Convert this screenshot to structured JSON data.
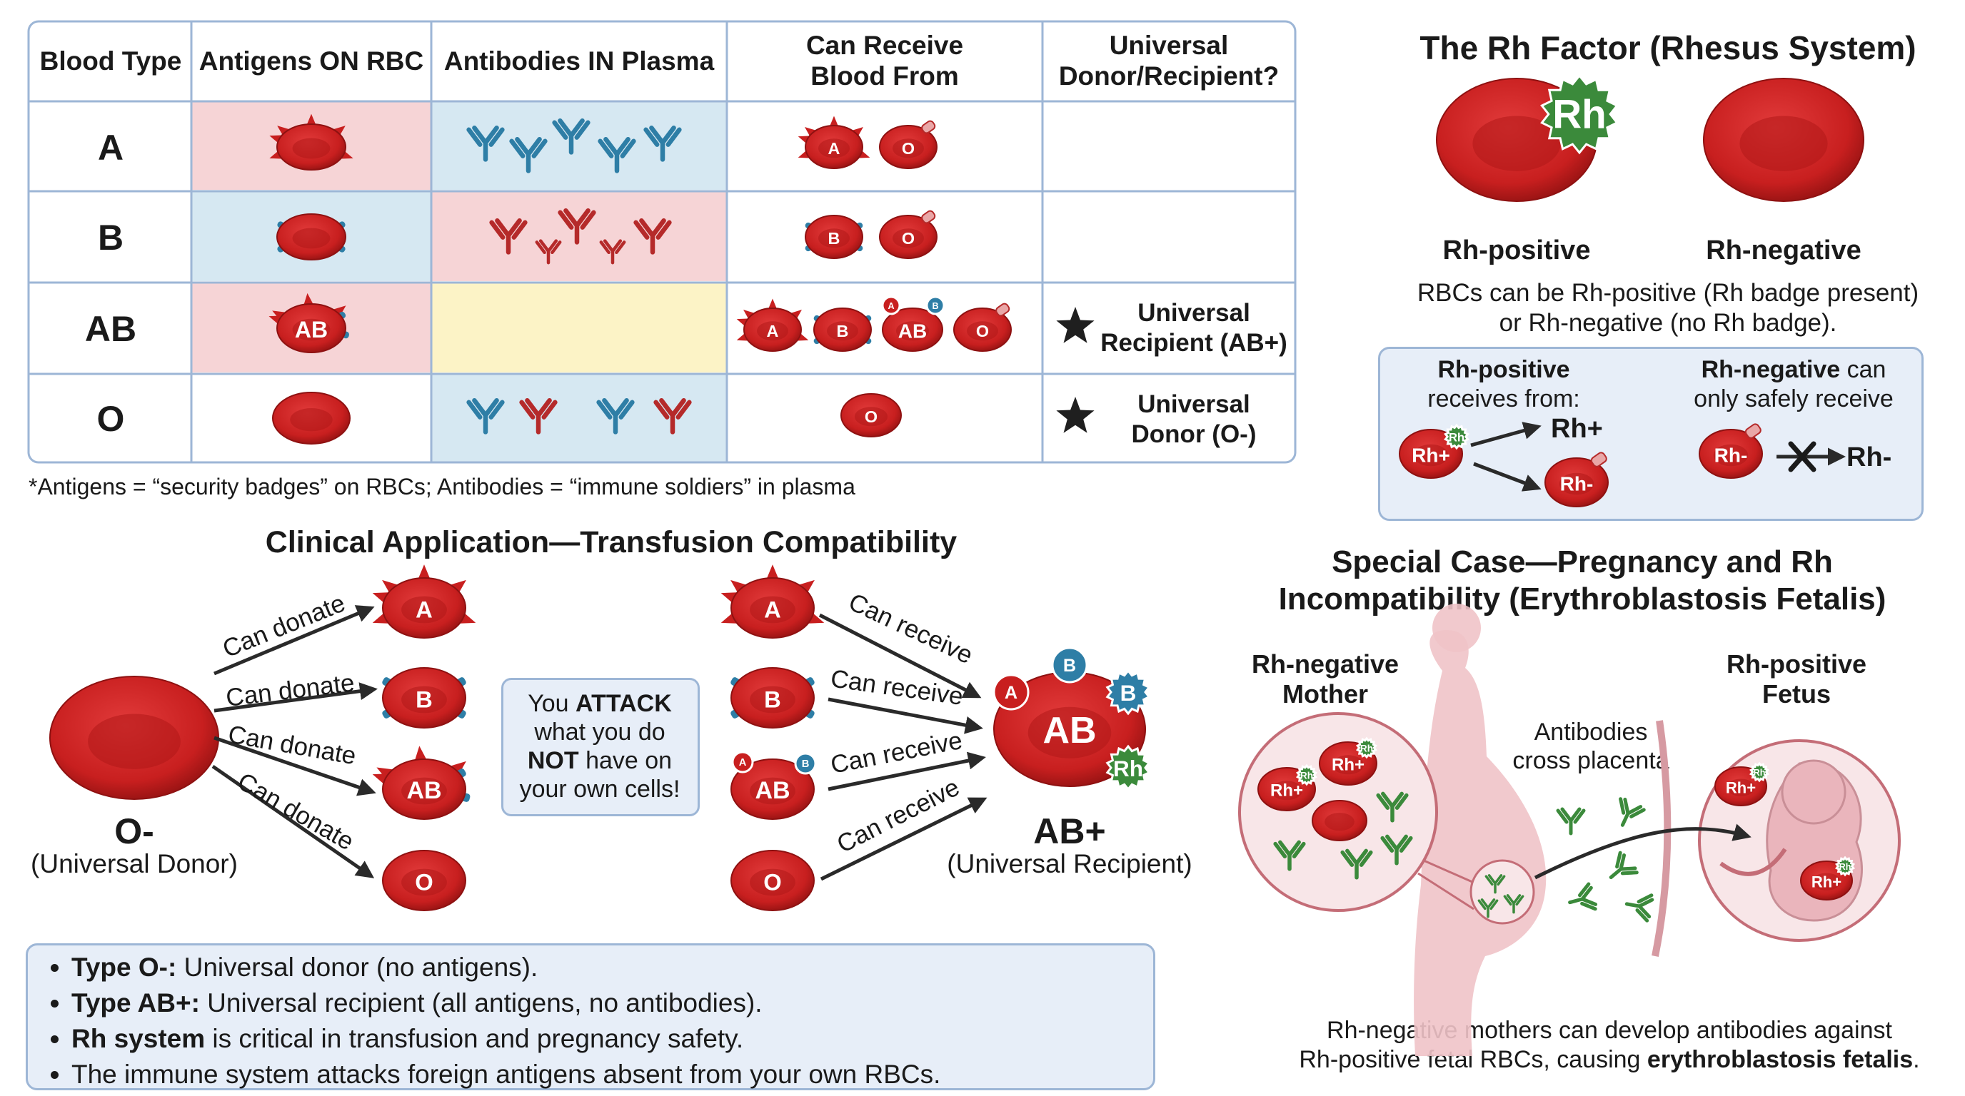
{
  "colors": {
    "rbc": "#c81f1f",
    "rbc_dark": "#8e1111",
    "antibody_blue": "#2e7ea6",
    "antibody_red": "#b52a2a",
    "rh_green": "#3b8a3b",
    "cell_red": "#f6d4d6",
    "cell_blue": "#d6e8f2",
    "cell_yellow": "#fcf3c6",
    "panel_blue": "#e7eef8",
    "fetus_pink": "#f0c3c8"
  },
  "icons": [
    "rbc-cell-icon",
    "antibody-icon",
    "rh-badge-icon",
    "star-icon",
    "arrow-icon",
    "cross-icon"
  ],
  "table": {
    "headers": {
      "blood_type": "Blood Type",
      "antigens": "Antigens ON RBC",
      "antibodies": "Antibodies IN Plasma",
      "receive_1": "Can Receive",
      "receive_2": "Blood From",
      "universal_1": "Universal",
      "universal_2": "Donor/Recipient?"
    },
    "rows": [
      {
        "type": "A",
        "cell_label": "",
        "receives": [
          "A",
          "O"
        ],
        "universal_1": "",
        "universal_2": ""
      },
      {
        "type": "B",
        "cell_label": "",
        "receives": [
          "B",
          "O"
        ],
        "universal_1": "",
        "universal_2": ""
      },
      {
        "type": "AB",
        "cell_label": "AB",
        "receives": [
          "A",
          "B",
          "AB",
          "O"
        ],
        "universal_1": "Universal",
        "universal_2": "Recipient (AB+)"
      },
      {
        "type": "O",
        "cell_label": "",
        "receives": [
          "O"
        ],
        "universal_1": "Universal",
        "universal_2": "Donor (O-)"
      }
    ],
    "footnote": "*Antigens = “security badges” on RBCs; Antibodies = “immune soldiers” in plasma",
    "antigen_marks": {
      "A": "A",
      "B": "B"
    }
  },
  "rh": {
    "title": "The Rh Factor (Rhesus System)",
    "badge": "Rh",
    "positive_label": "Rh-positive",
    "negative_label": "Rh-negative",
    "desc_1": "RBCs can be Rh-positive (Rh badge present)",
    "desc_2": "or Rh-negative (no Rh badge).",
    "pos_box_1": "Rh-positive",
    "pos_box_2": "receives from:",
    "neg_box_1a": "Rh-negative",
    "neg_box_1b": " can",
    "neg_box_2": "only safely receive",
    "rhplus": "Rh+",
    "rhminus": "Rh-"
  },
  "clinical": {
    "title": "Clinical Application—Transfusion Compatibility",
    "donor_label": "O-",
    "donor_sub": "(Universal Donor)",
    "donate": "Can donate",
    "receive": "Can receive",
    "recipient_label": "AB+",
    "recipient_sub": "(Universal Recipient)",
    "center_1": "You ",
    "center_1b": "ATTACK",
    "center_2": "what you do",
    "center_3b": "NOT",
    "center_3": " have on",
    "center_4": "your own cells!",
    "targets": [
      "A",
      "B",
      "AB",
      "O"
    ],
    "big_cell": "AB",
    "badge_a": "A",
    "badge_b": "B",
    "badge_rh": "Rh"
  },
  "summary": [
    {
      "bold": "Type O-:",
      "text": " Universal donor (no antigens)."
    },
    {
      "bold": "Type AB+:",
      "text": " Universal recipient (all antigens, no antibodies)."
    },
    {
      "bold": "Rh system",
      "text": " is critical in transfusion and pregnancy safety."
    },
    {
      "bold": "",
      "text": "The immune system attacks foreign antigens absent from your own RBCs."
    }
  ],
  "pregnancy": {
    "title_1": "Special Case—Pregnancy and Rh",
    "title_2": "Incompatibility (Erythroblastosis Fetalis)",
    "mother_1": "Rh-negative",
    "mother_2": "Mother",
    "fetus_1": "Rh-positive",
    "fetus_2": "Fetus",
    "cross_1": "Antibodies",
    "cross_2": "cross placenta",
    "cell_rhplus": "Rh+",
    "badge": "Rh",
    "bottom_1": "Rh-negative mothers can develop antibodies against",
    "bottom_2a": "Rh-positive fetal RBCs, causing ",
    "bottom_2b": "erythroblastosis fetalis",
    "bottom_2c": "."
  }
}
